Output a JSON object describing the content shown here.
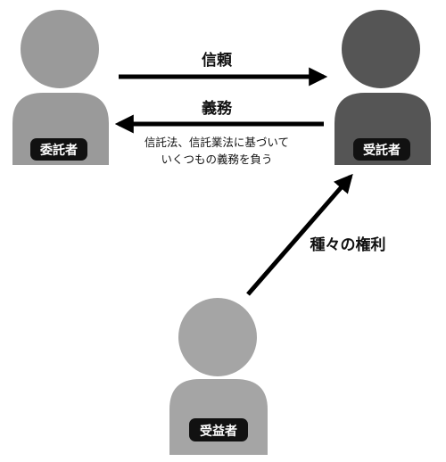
{
  "actors": {
    "settlor": {
      "label": "委託者",
      "color": "#9a9a9a"
    },
    "trustee": {
      "label": "受託者",
      "color": "#555555"
    },
    "beneficiary": {
      "label": "受益者",
      "color": "#a5a5a5"
    }
  },
  "arrows": {
    "trust": {
      "label": "信頼"
    },
    "duty": {
      "label": "義務",
      "note_line1": "信託法、信託業法に基づいて",
      "note_line2": "いくつもの義務を負う"
    },
    "rights": {
      "label": "種々の権利"
    }
  },
  "colors": {
    "badge": "#111111",
    "arrow": "#000000"
  }
}
